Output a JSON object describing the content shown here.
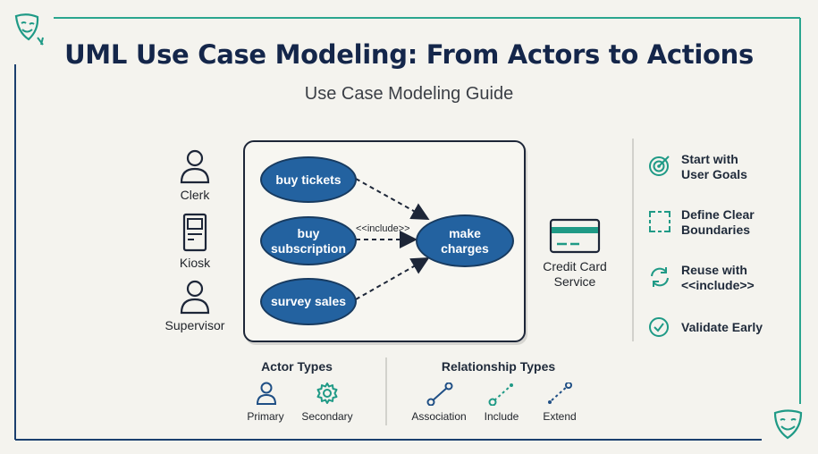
{
  "title": "UML Use Case Modeling: From Actors to Actions",
  "subtitle": "Use Case Modeling Guide",
  "actors": {
    "clerk": "Clerk",
    "kiosk": "Kiosk",
    "supervisor": "Supervisor"
  },
  "use_cases": {
    "buy_tickets": "buy tickets",
    "buy_subscription": [
      "buy",
      "subscription"
    ],
    "survey_sales": "survey sales",
    "make_charges": [
      "make",
      "charges"
    ]
  },
  "include_label": "<<include>>",
  "external_service": [
    "Credit Card",
    "Service"
  ],
  "tips": [
    {
      "icon": "target-icon",
      "lines": [
        "Start with",
        "User Goals"
      ]
    },
    {
      "icon": "boundary-icon",
      "lines": [
        "Define Clear",
        "Boundaries"
      ]
    },
    {
      "icon": "refresh-icon",
      "lines": [
        "Reuse with",
        "<<include>>"
      ]
    },
    {
      "icon": "check-circle-icon",
      "lines": [
        "Validate Early"
      ]
    }
  ],
  "legend": {
    "actor_types_title": "Actor Types",
    "actor_types": [
      "Primary",
      "Secondary"
    ],
    "relationship_types_title": "Relationship Types",
    "relationship_types": [
      "Association",
      "Include",
      "Extend"
    ]
  },
  "colors": {
    "navy": "#14264a",
    "usecase_fill": "#2362a0",
    "teal": "#1f9a86"
  }
}
